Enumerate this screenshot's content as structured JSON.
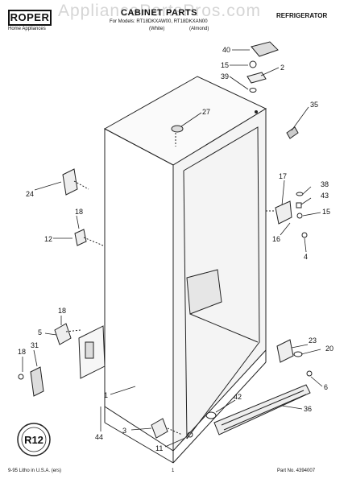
{
  "header": {
    "brand": "ROPER",
    "brand_sub": "Home Appliances",
    "watermark": "AppliancePartsPros.com",
    "title": "CABINET PARTS",
    "subtitle_models": "For Models: RT18DKXAW00, RT18DKXAN00",
    "subtitle_white": "(White)",
    "subtitle_almond": "(Almond)",
    "product_type": "REFRIGERATOR"
  },
  "callouts": {
    "c40": "40",
    "c15a": "15",
    "c2": "2",
    "c39": "39",
    "c35": "35",
    "c27": "27",
    "c17": "17",
    "c38": "38",
    "c43": "43",
    "c15b": "15",
    "c16": "16",
    "c4": "4",
    "c24": "24",
    "c18a": "18",
    "c12": "12",
    "c18b": "18",
    "c5": "5",
    "c18c": "18",
    "c31": "31",
    "c23": "23",
    "c20": "20",
    "c6": "6",
    "c1": "1",
    "c44": "44",
    "c42": "42",
    "c36": "36",
    "c3": "3",
    "c11": "11"
  },
  "badge": "R12",
  "footer": {
    "litho": "9-95 Litho in U.S.A. (ers)",
    "page": "1",
    "part_no": "Part No. 4394007"
  }
}
